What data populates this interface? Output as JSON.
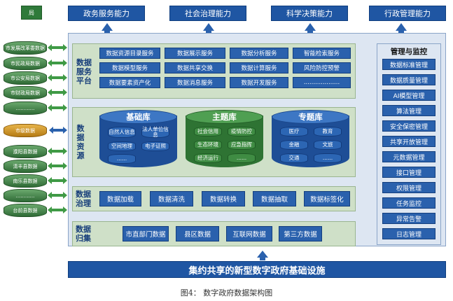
{
  "top_label": "局",
  "capabilities": [
    "政务服务能力",
    "社会治理能力",
    "科学决策能力",
    "行政管理能力"
  ],
  "layers": {
    "service": {
      "title": [
        "数据",
        "服务",
        "平台"
      ],
      "items": [
        "数据资源目录服务",
        "数据展示服务",
        "数据分析服务",
        "智能检索服务",
        "数据模型服务",
        "数据共享交换",
        "数据计算服务",
        "风险防控预警",
        "数据要素资产化",
        "数据消息服务",
        "数据开发服务",
        "..................."
      ]
    },
    "resources": {
      "title": [
        "数",
        "据",
        "资",
        "源"
      ],
      "base": {
        "name": "基础库",
        "cells": [
          "自然人信息",
          "法人单位信息",
          "空间地理",
          "电子证照",
          "......"
        ]
      },
      "theme": {
        "name": "主题库",
        "cells": [
          "社会信用",
          "疫情防控",
          "生态环境",
          "应急指挥",
          "经济运行",
          "......"
        ]
      },
      "special": {
        "name": "专题库",
        "cells": [
          "医疗",
          "教育",
          "金融",
          "文旅",
          "交通",
          "......"
        ]
      }
    },
    "governance": {
      "title": [
        "数据",
        "治理"
      ],
      "items": [
        "数据加载",
        "数据清洗",
        "数据转换",
        "数据抽取",
        "数据标签化"
      ]
    },
    "collection": {
      "title": [
        "数据",
        "归集"
      ],
      "items": [
        "市直部门数据",
        "县区数据",
        "互联网数据",
        "第三方数据"
      ]
    }
  },
  "management": {
    "title": "管理与监控",
    "items": [
      "数据标准管理",
      "数据质量管理",
      "AI模型管理",
      "算法管理",
      "安全保密管理",
      "共享开放管理",
      "元数据管理",
      "接口管理",
      "权限管理",
      "任务监控",
      "异常告警",
      "日志管理"
    ]
  },
  "sources": {
    "city_depts": [
      "市发展改革委数据",
      "市民政局数据",
      "市公安局数据",
      "市财政局数据",
      "............"
    ],
    "city_data": "市级数据",
    "counties": [
      "濮阳县数据",
      "清丰县数据",
      "南乐县数据",
      "............",
      "台前县数据"
    ]
  },
  "foundation": "集约共享的新型数字政府基础设施",
  "caption": "图4：  数字政府数据架构图",
  "colors": {
    "primary_blue": "#1f56a3",
    "layer_green": "#cfe0c8",
    "arrow_green": "#2f8a3a",
    "arrow_blue": "#2a61ad"
  }
}
